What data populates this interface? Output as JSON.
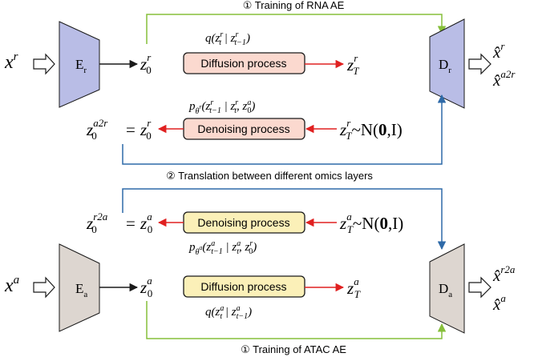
{
  "colors": {
    "encoder_r": "#b9bde6",
    "decoder_r": "#b9bde6",
    "encoder_a": "#ddd6d0",
    "decoder_a": "#ddd6d0",
    "box_r": "#fbd9cf",
    "box_a": "#fbf0b8",
    "green": "#86bf3a",
    "blue": "#2e6aa8",
    "red": "#e02020",
    "black": "#1a1a1a"
  },
  "top": {
    "training_label": "① Training of RNA AE",
    "input": {
      "base": "x",
      "sup": "r"
    },
    "encoder": {
      "base": "E",
      "sub": "r"
    },
    "decoder": {
      "base": "D",
      "sub": "r"
    },
    "z0": {
      "base": "z",
      "sup": "r",
      "sub": "0"
    },
    "zT": {
      "base": "z",
      "sup": "r",
      "sub": "T"
    },
    "q_formula": {
      "pre": "q(z",
      "s1": "t",
      "s1sup": "r",
      "mid": " | z",
      "s2": "t−1",
      "s2sup": "r",
      "post": ")"
    },
    "diffusion_label": "Diffusion process",
    "p_formula": {
      "pre": "p",
      "theta": "θ",
      "thetasup": "r",
      "open": "(z",
      "s1": "t−1",
      "s1sup": "r",
      "bar": " | z",
      "s2": "t",
      "s2sup": "r",
      "comma": ", z",
      "s3": "0",
      "s3sup": "a",
      "close": ")"
    },
    "denoising_label": "Denoising process",
    "translated_z": {
      "base": "z",
      "sup": "a2r",
      "sub": "0"
    },
    "equals": "=",
    "noise": {
      "base": "z",
      "sup": "r",
      "sub": "T",
      "dist": "~N(",
      "zero": "0",
      "comma": ",",
      "identity": "I",
      "close": ")"
    },
    "outputs": [
      {
        "base": "x̂",
        "sup": "r"
      },
      {
        "base": "x̂",
        "sup": "a2r"
      }
    ]
  },
  "middle": {
    "translation_label": "② Translation between different omics layers"
  },
  "bottom": {
    "training_label": "① Training of ATAC AE",
    "input": {
      "base": "x",
      "sup": "a"
    },
    "encoder": {
      "base": "E",
      "sub": "a"
    },
    "decoder": {
      "base": "D",
      "sub": "a"
    },
    "z0": {
      "base": "z",
      "sup": "a",
      "sub": "0"
    },
    "zT": {
      "base": "z",
      "sup": "a",
      "sub": "T"
    },
    "q_formula": {
      "pre": "q(z",
      "s1": "t",
      "s1sup": "a",
      "mid": " | z",
      "s2": "t−1",
      "s2sup": "a",
      "post": ")"
    },
    "diffusion_label": "Diffusion process",
    "p_formula": {
      "pre": "p",
      "theta": "θ",
      "thetasup": "a",
      "open": "(z",
      "s1": "t−1",
      "s1sup": "a",
      "bar": " | z",
      "s2": "t",
      "s2sup": "a",
      "comma": ", z",
      "s3": "0",
      "s3sup": "r",
      "close": ")"
    },
    "denoising_label": "Denoising process",
    "translated_z": {
      "base": "z",
      "sup": "r2a",
      "sub": "0"
    },
    "equals": "=",
    "noise": {
      "base": "z",
      "sup": "a",
      "sub": "T",
      "dist": "~N(",
      "zero": "0",
      "comma": ",",
      "identity": "I",
      "close": ")"
    },
    "outputs": [
      {
        "base": "x̂",
        "sup": "r2a"
      },
      {
        "base": "x̂",
        "sup": "a"
      }
    ]
  }
}
